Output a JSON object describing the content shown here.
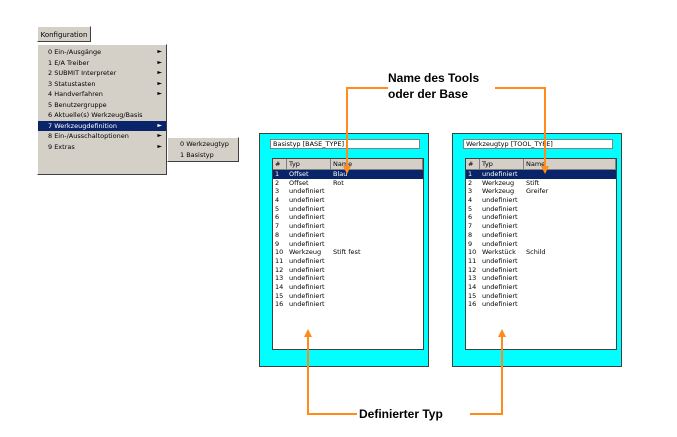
{
  "menu_button": {
    "label": "Konfiguration"
  },
  "menu": {
    "items": [
      {
        "label": "0 Ein-/Ausgänge",
        "submenu": true
      },
      {
        "label": "1 E/A Treiber",
        "submenu": true
      },
      {
        "label": "2 SUBMIT Interpreter",
        "submenu": true
      },
      {
        "label": "3 Statustasten",
        "submenu": true
      },
      {
        "label": "4 Handverfahren",
        "submenu": true
      },
      {
        "label": "5 Benutzergruppe",
        "submenu": false
      },
      {
        "label": "6 Aktuelle(s) Werkzeug/Basis",
        "submenu": false
      },
      {
        "label": "7 Werkzeugdefinition",
        "submenu": true,
        "selected": true
      },
      {
        "label": "8 Ein-/Ausschaltoptionen",
        "submenu": true
      },
      {
        "label": "9 Extras",
        "submenu": true
      }
    ],
    "arrow_glyph": "►"
  },
  "submenu": {
    "items": [
      {
        "label": "0 Werkzeugtyp"
      },
      {
        "label": "1 Basistyp"
      }
    ]
  },
  "base_panel": {
    "title": "Basistyp [BASE_TYPE]",
    "headers": [
      "#",
      "Typ",
      "Name"
    ],
    "rows": [
      [
        "1",
        "Offset",
        "Blau"
      ],
      [
        "2",
        "Offset",
        "Rot"
      ],
      [
        "3",
        "undefiniert",
        ""
      ],
      [
        "4",
        "undefiniert",
        ""
      ],
      [
        "5",
        "undefiniert",
        ""
      ],
      [
        "6",
        "undefiniert",
        ""
      ],
      [
        "7",
        "undefiniert",
        ""
      ],
      [
        "8",
        "undefiniert",
        ""
      ],
      [
        "9",
        "undefiniert",
        ""
      ],
      [
        "10",
        "Werkzeug",
        "Stift fest"
      ],
      [
        "11",
        "undefiniert",
        ""
      ],
      [
        "12",
        "undefiniert",
        ""
      ],
      [
        "13",
        "undefiniert",
        ""
      ],
      [
        "14",
        "undefiniert",
        ""
      ],
      [
        "15",
        "undefiniert",
        ""
      ],
      [
        "16",
        "undefiniert",
        ""
      ]
    ]
  },
  "tool_panel": {
    "title": "Werkzeugtyp [TOOL_TYPE]",
    "headers": [
      "#",
      "Typ",
      "Name"
    ],
    "rows": [
      [
        "1",
        "undefiniert",
        ""
      ],
      [
        "2",
        "Werkzeug",
        "Stift"
      ],
      [
        "3",
        "Werkzeug",
        "Greifer"
      ],
      [
        "4",
        "undefiniert",
        ""
      ],
      [
        "5",
        "undefiniert",
        ""
      ],
      [
        "6",
        "undefiniert",
        ""
      ],
      [
        "7",
        "undefiniert",
        ""
      ],
      [
        "8",
        "undefiniert",
        ""
      ],
      [
        "9",
        "undefiniert",
        ""
      ],
      [
        "10",
        "Werkstück",
        "Schild"
      ],
      [
        "11",
        "undefiniert",
        ""
      ],
      [
        "12",
        "undefiniert",
        ""
      ],
      [
        "13",
        "undefiniert",
        ""
      ],
      [
        "14",
        "undefiniert",
        ""
      ],
      [
        "15",
        "undefiniert",
        ""
      ],
      [
        "16",
        "undefiniert",
        ""
      ]
    ]
  },
  "annotations": {
    "name_line1": "Name des Tools",
    "name_line2": "oder der Base",
    "type": "Definierter Typ"
  },
  "colors": {
    "panel_bg": "#00ffff",
    "selection": "#0a246a",
    "menu_bg": "#d4d0c8",
    "arrow": "#ff8c1a"
  }
}
